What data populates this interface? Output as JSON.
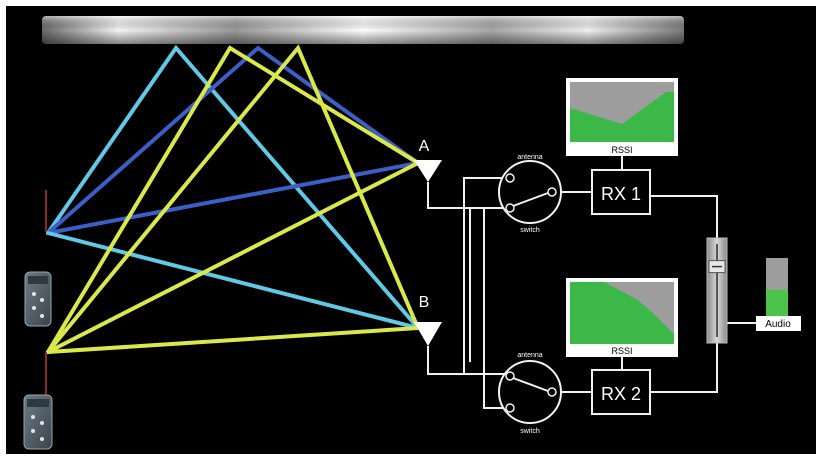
{
  "antennas": [
    {
      "label": "A"
    },
    {
      "label": "B"
    }
  ],
  "switches": [
    {
      "top_label": "antenna",
      "bottom_label": "switch"
    },
    {
      "top_label": "antenna",
      "bottom_label": "switch"
    }
  ],
  "receivers": [
    {
      "label": "RX 1",
      "meter_label": "RSSI"
    },
    {
      "label": "RX 2",
      "meter_label": "RSSI"
    }
  ],
  "audio": {
    "label": "Audio",
    "level": 0.45
  },
  "fader": {
    "level": 0.8
  },
  "colors": {
    "background": "#000000",
    "wire": "#f2f2f2",
    "ray_cyan": "#5fc9e6",
    "ray_blue": "#3b5fc6",
    "ray_yellow": "#dbe84a",
    "meter_green": "#3cb848",
    "meter_gray": "#9d9d9d",
    "audio_green": "#4cc34c"
  }
}
